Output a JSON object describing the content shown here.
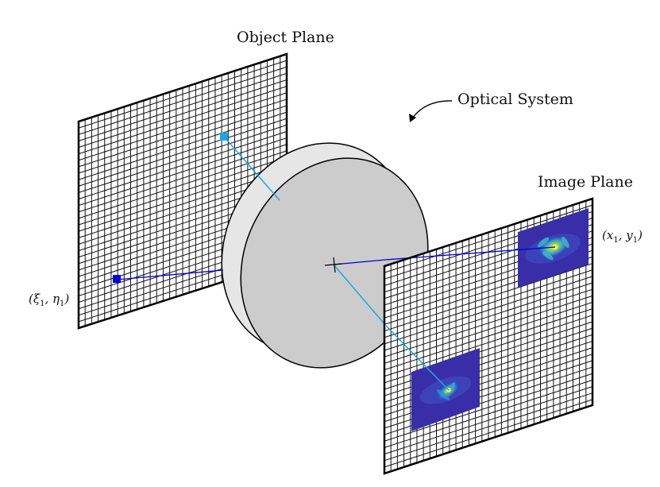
{
  "labels": {
    "object_plane": "Object Plane",
    "optical_system": "Optical System",
    "image_plane": "Image Plane",
    "object_point": {
      "open": "(",
      "v1": "ξ",
      "s1": "1",
      "sep": ", ",
      "v2": "η",
      "s2": "1",
      "close": ")"
    },
    "image_point": {
      "open": "(",
      "v1": "x",
      "s1": "1",
      "sep": ", ",
      "v2": "y",
      "s2": "1",
      "close": ")"
    }
  },
  "colors": {
    "background": "#ffffff",
    "grid_line": "#111111",
    "lens_face": "#cccccc",
    "lens_rim": "#e6e6e6",
    "ray_dark": "#0000dd",
    "ray_light": "#1aa7e8",
    "psf_background": "#3a2ea8",
    "psf_core": "#f4e93a"
  },
  "icons": {
    "pointer_arrow": "curved-arrow-icon",
    "optical_axis_point": "crosshair-icon"
  }
}
